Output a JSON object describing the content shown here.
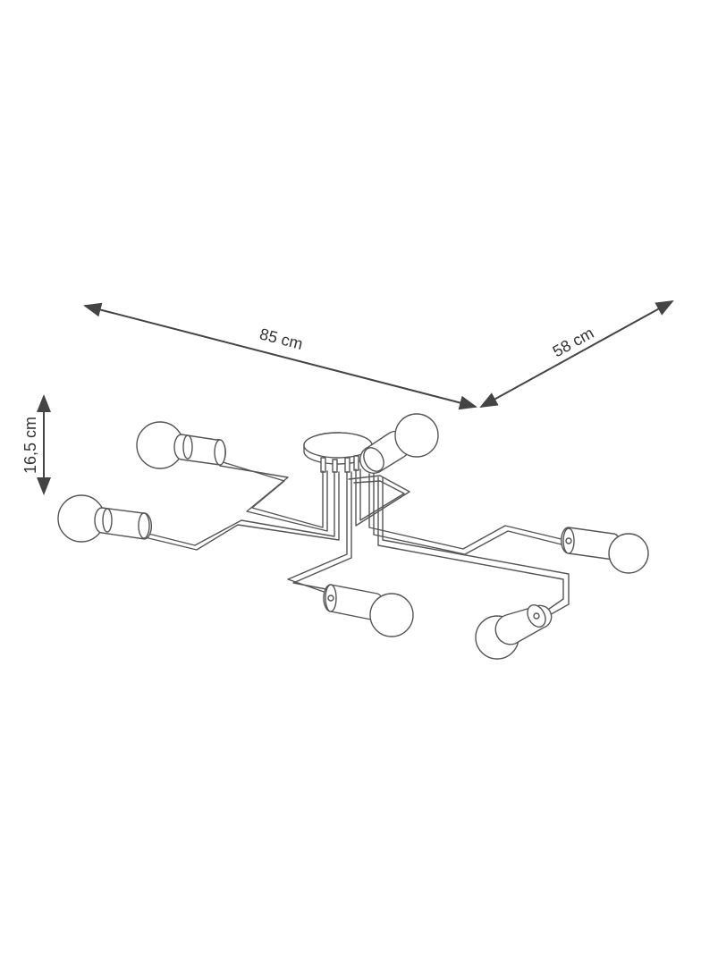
{
  "dimensions": {
    "width_label": "85 cm",
    "depth_label": "58 cm",
    "height_label": "16,5 cm"
  },
  "colors": {
    "line": "#555555",
    "dimension": "#444444",
    "background": "#ffffff"
  }
}
